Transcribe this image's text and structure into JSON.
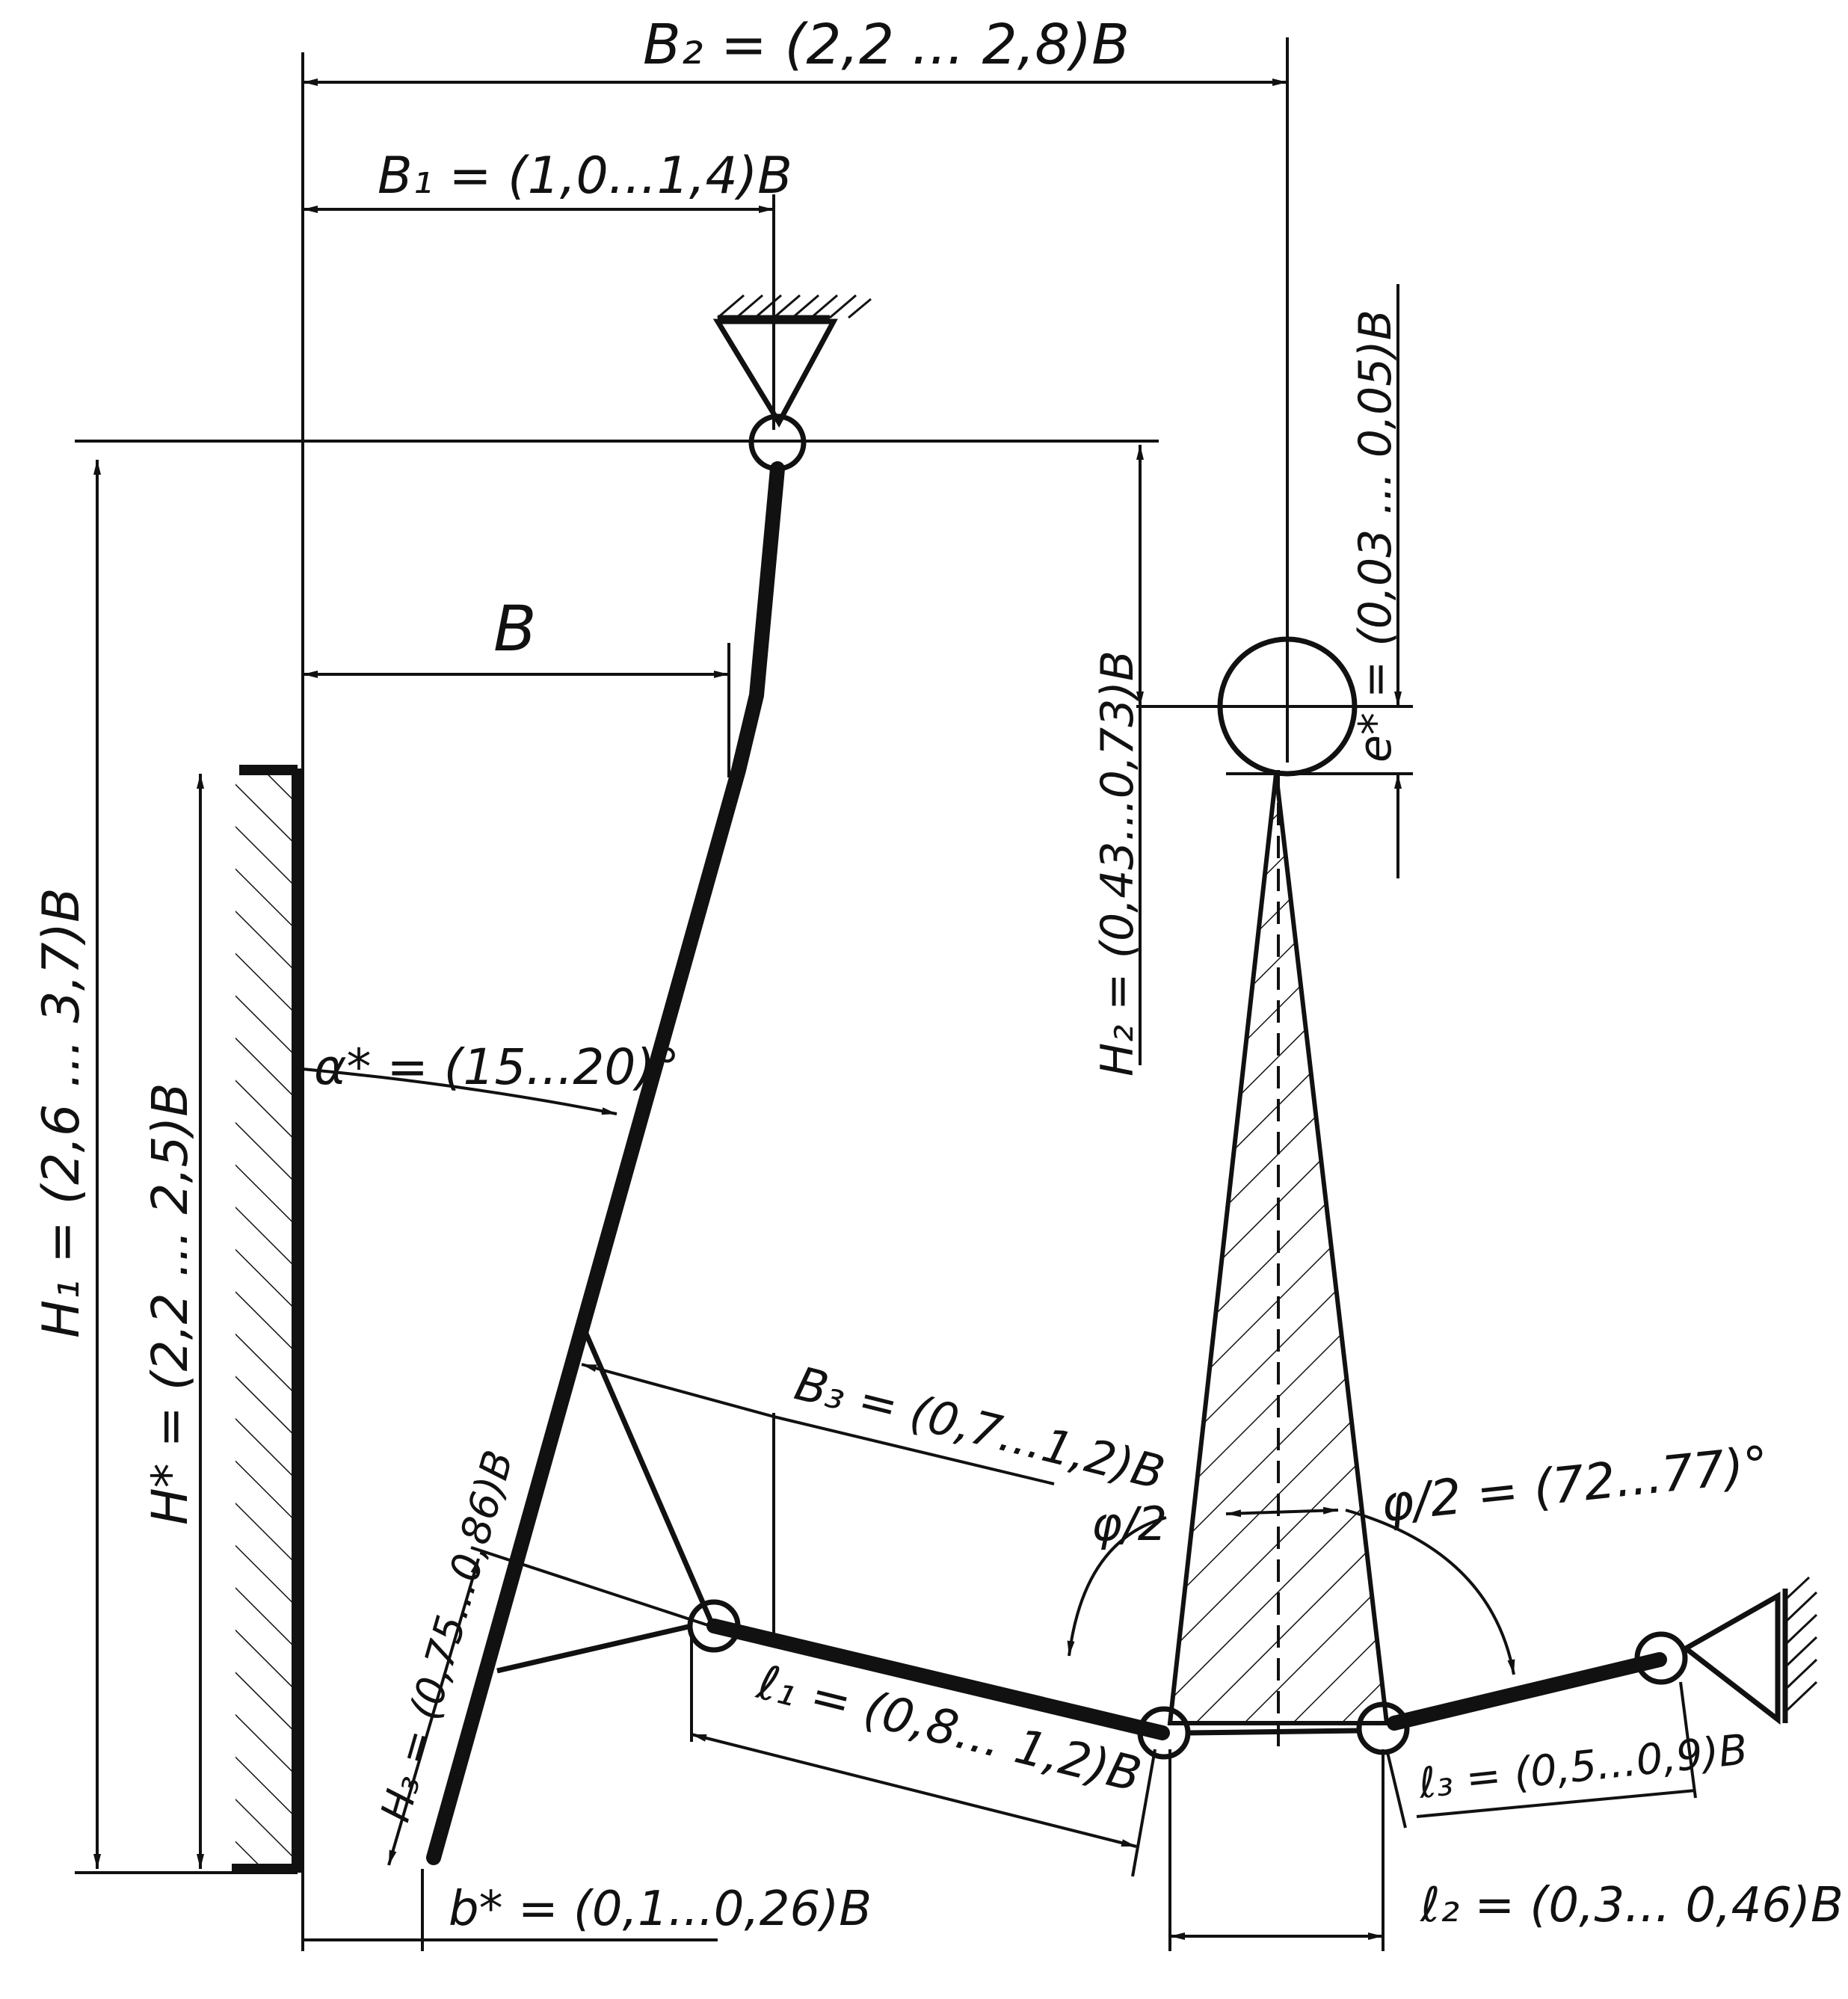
{
  "labels": {
    "b2": "B₂ = (2,2 ... 2,8)B",
    "b1": "B₁ = (1,0...1,4)B",
    "b": "B",
    "e_star": "e* = (0,03 ... 0,05)B",
    "h1": "H₁ = (2,6 ... 3,7)B",
    "h_star": "H* = (2,2 ... 2,5)B",
    "h2": "H₂ = (0,43...0,73)B",
    "alpha_star": "α* = (15...20)°",
    "b3": "B₃ = (0,7...1,2)B",
    "phi_half_short": "φ/2",
    "phi_half": "φ/2 = (72...77)°",
    "h3": "H₃ = (0,75...0,86)B",
    "l1": "ℓ₁ = (0,8... 1,2)B",
    "l3": "ℓ₃ = (0,5...0,9)B",
    "l2": "ℓ₂ = (0,3... 0,46)B",
    "b_star": "b* = (0,1...0,26)B"
  }
}
